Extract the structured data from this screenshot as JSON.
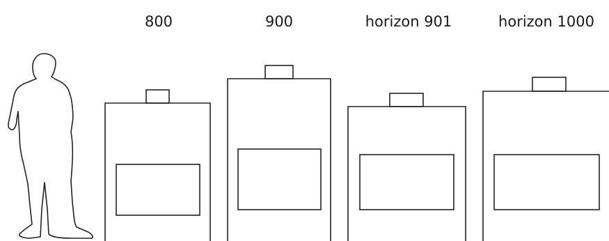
{
  "models": [
    {
      "id": "m800",
      "label": "800"
    },
    {
      "id": "m900",
      "label": "900"
    },
    {
      "id": "m901",
      "label": "horizon 901"
    },
    {
      "id": "m1000",
      "label": "horizon 1000"
    }
  ],
  "colors": {
    "stroke": "#222222",
    "background": "#ffffff",
    "text": "#1a1a1a"
  }
}
